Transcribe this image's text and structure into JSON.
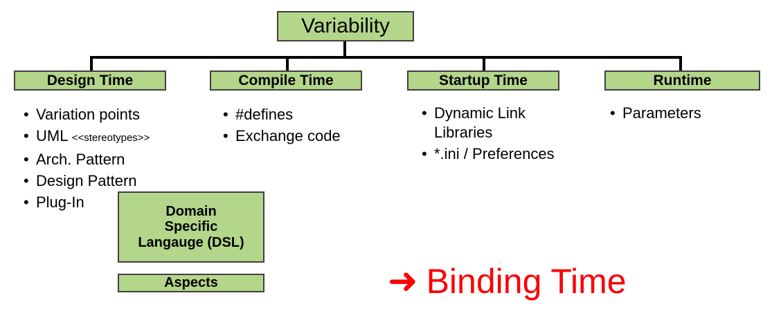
{
  "diagram": {
    "root": {
      "label": "Variability"
    },
    "branches": [
      {
        "header": "Design Time",
        "items": [
          {
            "text": "Variation points"
          },
          {
            "text": "UML ",
            "small": "<<stereotypes>>"
          },
          {
            "text": "Arch. Pattern"
          },
          {
            "text": "Design Pattern"
          },
          {
            "text": "Plug-In"
          }
        ]
      },
      {
        "header": "Compile Time",
        "items": [
          {
            "text": "#defines"
          },
          {
            "text": "Exchange code"
          }
        ]
      },
      {
        "header": "Startup Time",
        "items": [
          {
            "text": "Dynamic Link\nLibraries"
          },
          {
            "text": "*.ini / Preferences"
          }
        ]
      },
      {
        "header": "Runtime",
        "items": [
          {
            "text": "Parameters"
          }
        ]
      }
    ],
    "extra_boxes": [
      {
        "label": "Domain\nSpecific\nLangauge (DSL)"
      },
      {
        "label": "Aspects"
      }
    ],
    "callout": {
      "arrow_icon": "right-arrow-icon",
      "arrow_glyph": "➜",
      "label": "Binding Time"
    },
    "bullet_glyph": "•",
    "colors": {
      "box_fill": "#b3d68b",
      "box_border": "#3f3f3f",
      "connector": "#000000",
      "text": "#000000",
      "callout": "#fb0007",
      "background": "#ffffff"
    }
  }
}
